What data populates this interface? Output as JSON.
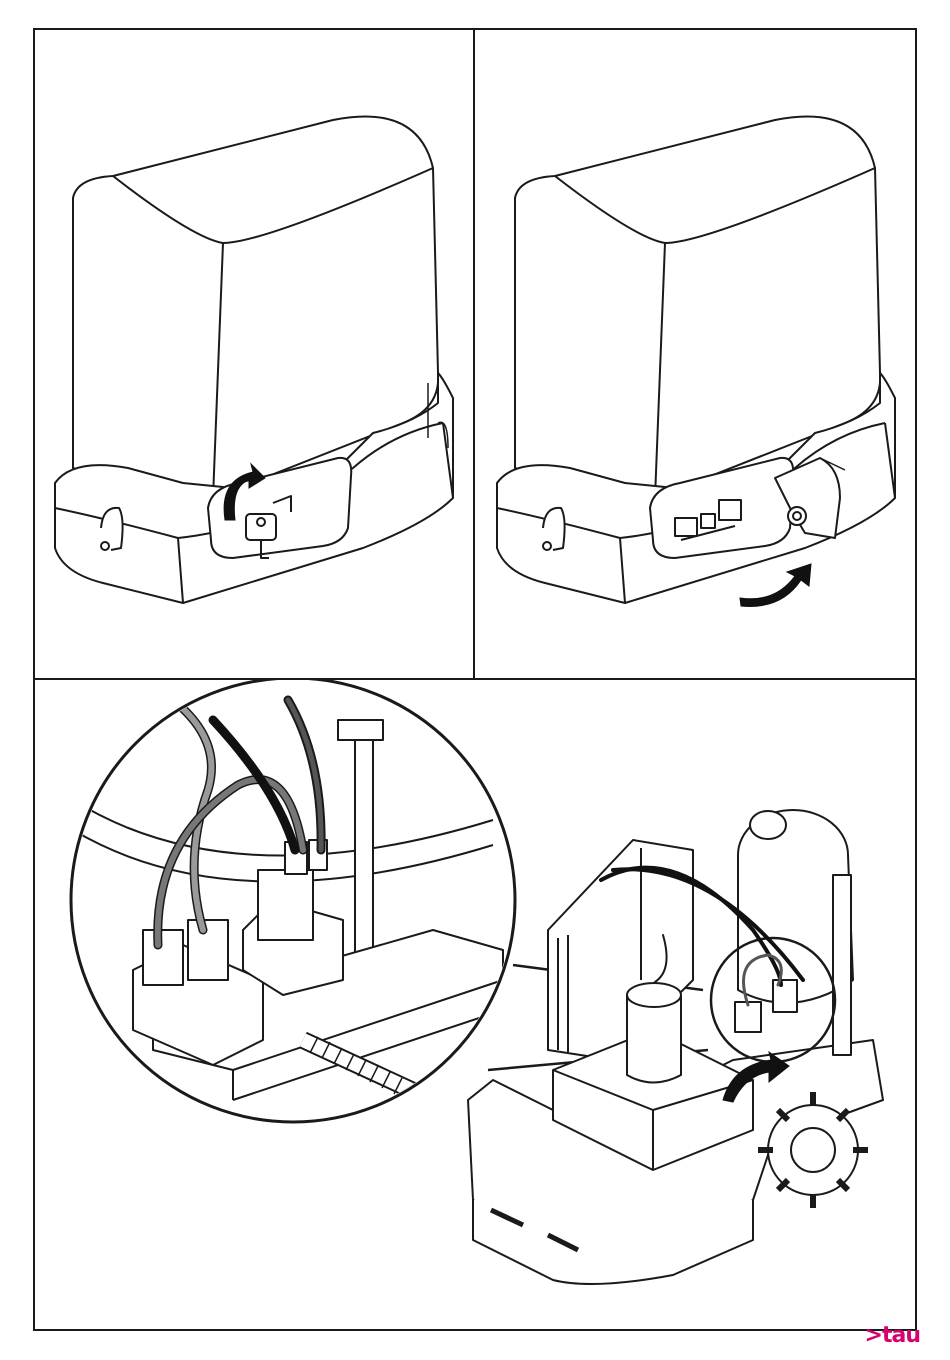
{
  "brand": {
    "logo_text": ">tau",
    "color": "#d6006f"
  },
  "figures": [
    {
      "id": "fig-1",
      "content": "unlock-key-rotation",
      "icon": "curved-arrow-icon"
    },
    {
      "id": "fig-2",
      "content": "open-cover-flap",
      "icon": "curved-arrow-icon"
    },
    {
      "id": "fig-3",
      "content": "connector-detail-zoom",
      "icon": "curved-arrow-icon"
    }
  ],
  "colors": {
    "line": "#1a1a1a",
    "fill_light": "#ffffff",
    "wire_grey": "#8a8a8a",
    "wire_dark": "#111111"
  }
}
